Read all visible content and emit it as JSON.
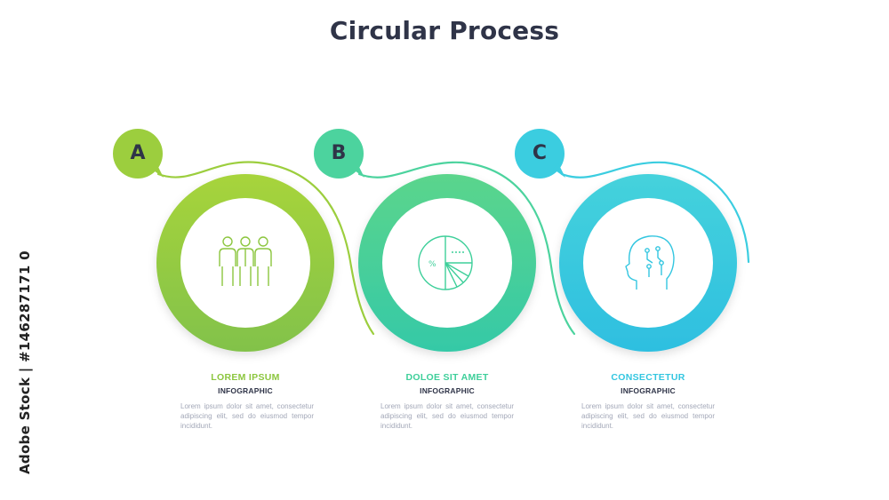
{
  "title": "Circular Process",
  "colors": {
    "green": "#9cce3e",
    "teal": "#4cd39e",
    "cyan": "#3bcde0",
    "text_dark": "#2f3448",
    "text_muted": "#a3a8b8"
  },
  "steps": [
    {
      "letter": "A",
      "title": "LOREM IPSUM",
      "subtitle": "INFOGRAPHIC",
      "description": "Lorem ipsum dolor sit amet, consectetur adipiscing elit, sed do eiusmod tempor incididunt.",
      "icon": "people-group-icon",
      "color": "#8cc63f"
    },
    {
      "letter": "B",
      "title": "DOLOE SIT AMET",
      "subtitle": "INFOGRAPHIC",
      "description": "Lorem ipsum dolor sit amet, consectetur adipiscing elit, sed do eiusmod tempor incididunt.",
      "icon": "pie-chart-icon",
      "color": "#3ecf9a"
    },
    {
      "letter": "C",
      "title": "CONSECTETUR",
      "subtitle": "INFOGRAPHIC",
      "description": "Lorem ipsum dolor sit amet, consectetur adipiscing elit, sed do eiusmod tempor incididunt.",
      "icon": "ai-head-icon",
      "color": "#33c6e0"
    }
  ],
  "watermark_credit": "Adobe Stock | #146287171 0"
}
